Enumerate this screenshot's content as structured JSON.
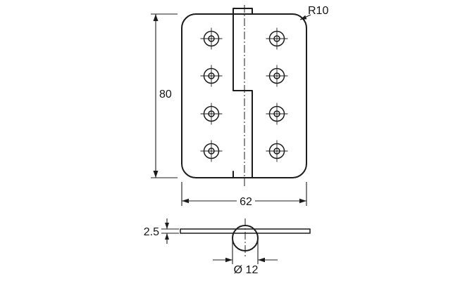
{
  "colors": {
    "line": "#1c1c1c",
    "background": "#ffffff"
  },
  "drawing": {
    "front_view": {
      "corner_radius_label": "R10",
      "height_label": "80",
      "width_label": "62"
    },
    "section_view": {
      "thickness_label": "2.5",
      "knuckle_diameter_label": "Ø 12"
    }
  }
}
